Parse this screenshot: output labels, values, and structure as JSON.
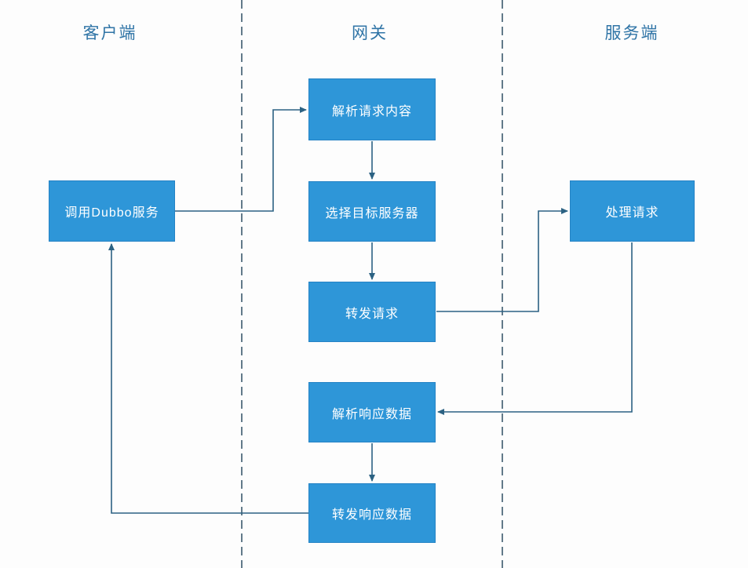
{
  "diagram": {
    "type": "swimlane-flowchart",
    "lanes": [
      {
        "title": "客户端"
      },
      {
        "title": "网关"
      },
      {
        "title": "服务端"
      }
    ],
    "nodes": [
      {
        "id": "call-dubbo",
        "lane": "客户端",
        "label": "调用Dubbo服务"
      },
      {
        "id": "parse-request",
        "lane": "网关",
        "label": "解析请求内容"
      },
      {
        "id": "select-server",
        "lane": "网关",
        "label": "选择目标服务器"
      },
      {
        "id": "forward-request",
        "lane": "网关",
        "label": "转发请求"
      },
      {
        "id": "parse-response",
        "lane": "网关",
        "label": "解析响应数据"
      },
      {
        "id": "forward-response",
        "lane": "网关",
        "label": "转发响应数据"
      },
      {
        "id": "handle-request",
        "lane": "服务端",
        "label": "处理请求"
      }
    ],
    "edges": [
      {
        "from": "调用Dubbo服务",
        "to": "解析请求内容"
      },
      {
        "from": "解析请求内容",
        "to": "选择目标服务器"
      },
      {
        "from": "选择目标服务器",
        "to": "转发请求"
      },
      {
        "from": "转发请求",
        "to": "处理请求"
      },
      {
        "from": "处理请求",
        "to": "解析响应数据"
      },
      {
        "from": "解析响应数据",
        "to": "转发响应数据"
      },
      {
        "from": "转发响应数据",
        "to": "调用Dubbo服务"
      }
    ],
    "colors": {
      "node_fill": "#2e96d8",
      "node_border": "#2583c5",
      "node_text": "#ffffff",
      "connector": "#2c6283",
      "lane_divider": "#3c5a6e",
      "header_text": "#2f74a6",
      "background": "#fdfdfd"
    }
  }
}
